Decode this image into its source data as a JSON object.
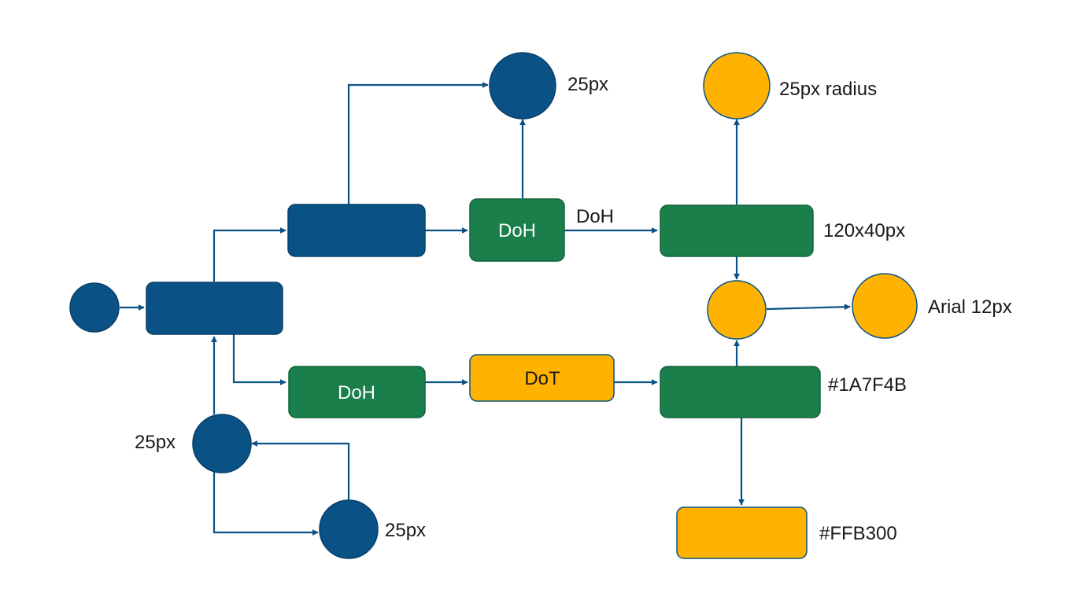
{
  "colors": {
    "blue": "#0A5286",
    "green": "#1A7F4B",
    "orange": "#FFB300",
    "edge": "#0A5286",
    "text_dark": "#1A1A1A",
    "text_light": "#FFFFFF"
  },
  "nodes": {
    "box_green_doh_top": "DoH",
    "box_green_doh_bottom": "DoH",
    "box_orange_dot": "DoT"
  },
  "annotations": {
    "top_circle_size": "25px",
    "edge_label_doh": "DoH",
    "orange_circle_radius": "25px radius",
    "box_size": "120x40px",
    "font_note": "Arial 12px",
    "green_hex": "#1A7F4B",
    "left_circle_size": "25px",
    "bottom_circle_size": "25px",
    "orange_hex": "#FFB300"
  }
}
